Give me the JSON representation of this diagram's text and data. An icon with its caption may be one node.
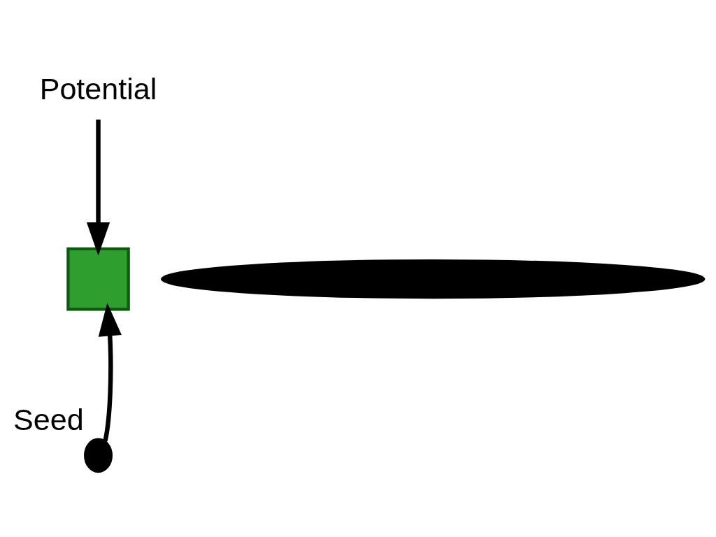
{
  "diagram": {
    "nodes": [
      {
        "text": [
          "Potential"
        ]
      },
      {
        "text": [],
        "shape": "box"
      },
      {
        "text": [],
        "shape": "circle",
        "beside": [
          "Seed"
        ]
      },
      {
        "text": [],
        "shape": "bar"
      }
    ],
    "edges": [
      {
        "from": 0,
        "to": 1,
        "arrow": "to"
      },
      {
        "from": 2,
        "to": 1,
        "arrow": "to"
      }
    ]
  }
}
